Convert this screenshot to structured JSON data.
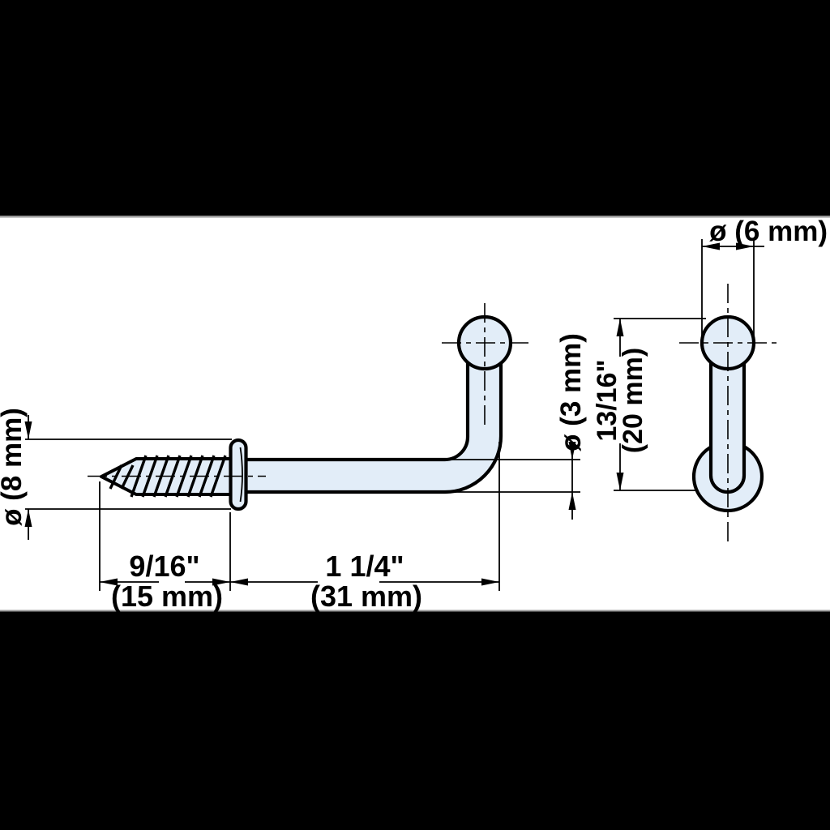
{
  "drawing": {
    "description": "Engineering dimension drawing of a ball-end screw hook, side view and front view",
    "views": {
      "side_view": "screw thread, washer flange, L-shaped rod with ball end",
      "front_view": "ball end, rod shaft, round washer flange seen face-on"
    },
    "labels": {
      "ball_diameter": "ø (6 mm)",
      "height_imperial": "13/16\"",
      "height_metric": "(20 mm)",
      "rod_diameter": "ø (3 mm)",
      "flange_diameter": "ø (8 mm)",
      "thread_length_imperial": "9/16\"",
      "thread_length_metric": "(15 mm)",
      "arm_length_imperial": "1 1/4\"",
      "arm_length_metric": "(31 mm)"
    },
    "colors": {
      "part_fill": "#e2edf8",
      "line": "#000000",
      "paper": "#ffffff",
      "letterbox": "#000000"
    }
  }
}
